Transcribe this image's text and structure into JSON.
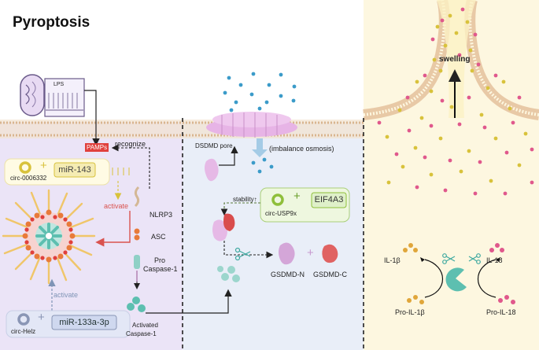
{
  "title": "Pyroptosis",
  "labels": {
    "lps": "LPS",
    "pamps": "PAMPs",
    "recognize": "recognize",
    "mir143": "miR-143",
    "circ0006332": "circ-0006332",
    "activate_red": "activate",
    "nlrp3": "NLRP3",
    "asc": "ASC",
    "pro": "Pro",
    "caspase1": "Caspase-1",
    "activate_blue": "activate",
    "mir133": "miR-133a-3p",
    "circhelz": "circ-Helz",
    "activated": "Activated",
    "activated_caspase": "Caspase-1",
    "dsdmd_pore": "DSDMD pore",
    "imbalance": "(imbalance osmosis)",
    "stability": "stability↑",
    "eif4a3": "EIF4A3",
    "circusp9x": "circ-USP9x",
    "gsdmdn": "GSDMD-N",
    "gsdmdc": "GSDMD-C",
    "swelling": "swelling",
    "il1b": "IL-1β",
    "il18": "IL-18",
    "proil1b": "Pro-IL-1β",
    "proil18": "Pro-IL-18",
    "plus": "+"
  },
  "colors": {
    "left_panel": "#ebe4f7",
    "middle_panel": "#e9eef8",
    "right_panel": "#fbf8e6",
    "membrane": "#e8c9a6",
    "pamps": "#e0403c",
    "activate_red": "#d9534f",
    "activate_blue": "#7f94b6",
    "green_ring": "#8fbf3a",
    "pore": "#e7b4e6",
    "blue_dots": "#3b9bc9",
    "caspase": "#5dbfb0",
    "gsdmd_c": "#e06262",
    "gsdmd_n": "#d4a6d8",
    "yellow_dots": "#d8c23b",
    "pink_dots": "#e0588c"
  }
}
